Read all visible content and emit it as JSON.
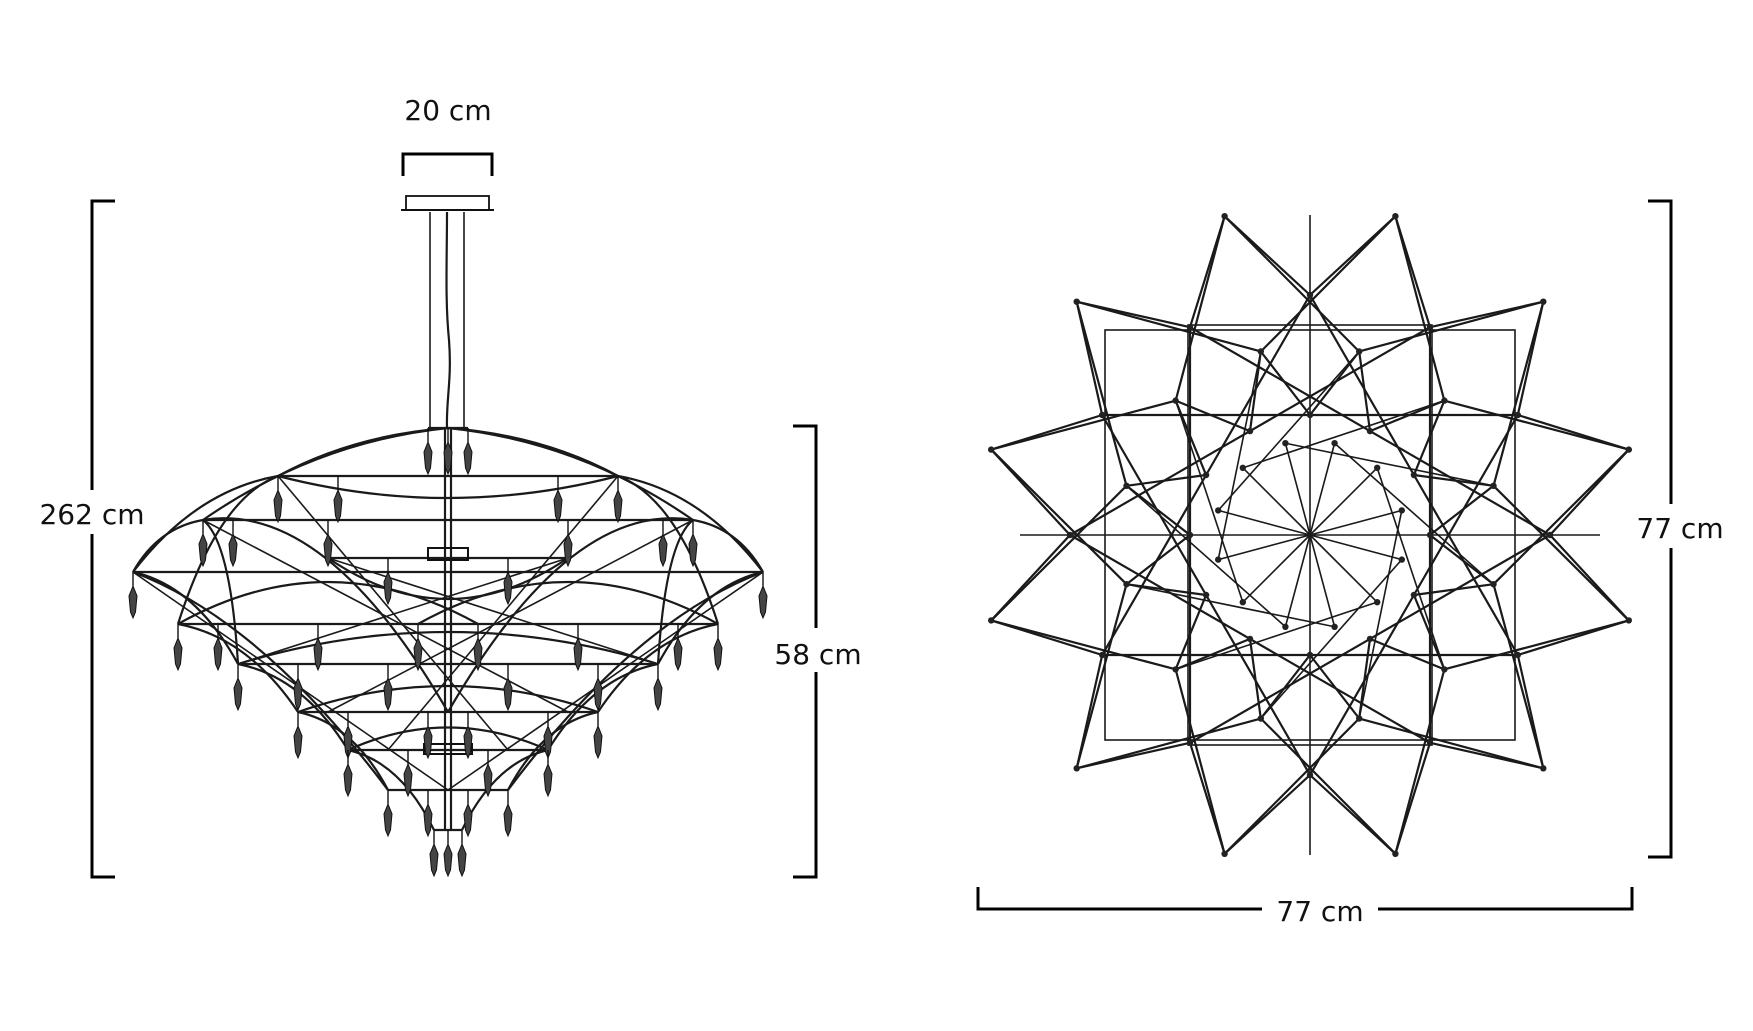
{
  "drawing": {
    "type": "technical-dimension-drawing",
    "subject": "tiered wire chandelier with crystal pendants",
    "views": [
      {
        "name": "side-elevation"
      },
      {
        "name": "top-plan"
      }
    ],
    "line_color": "#000000",
    "background": "#ffffff"
  },
  "dimensions": {
    "canopy_width": {
      "value": 20,
      "unit": "cm",
      "label": "20 cm"
    },
    "total_height": {
      "value": 262,
      "unit": "cm",
      "label": "262 cm"
    },
    "body_height": {
      "value": 58,
      "unit": "cm",
      "label": "58 cm"
    },
    "plan_depth": {
      "value": 77,
      "unit": "cm",
      "label": "77 cm"
    },
    "plan_width": {
      "value": 77,
      "unit": "cm",
      "label": "77 cm"
    }
  },
  "top_view": {
    "star_points": 12
  }
}
